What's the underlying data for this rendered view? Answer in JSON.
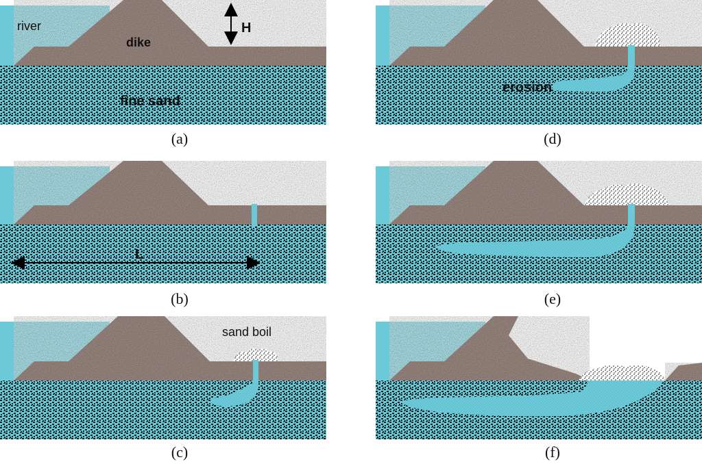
{
  "panels": {
    "a": {
      "caption": "(a)",
      "labels": {
        "river": "river",
        "dike": "dike",
        "fine_sand": "fine sand",
        "height": "H"
      }
    },
    "b": {
      "caption": "(b)",
      "labels": {
        "length": "L"
      }
    },
    "c": {
      "caption": "(c)",
      "labels": {
        "sand_boil": "sand boil"
      }
    },
    "d": {
      "caption": "(d)",
      "labels": {
        "erosion": "erosion"
      }
    },
    "e": {
      "caption": "(e)"
    },
    "f": {
      "caption": "(f)"
    }
  },
  "colors": {
    "water": "#6ccad8",
    "dike": "#9c8a82",
    "sand_base": "#6ccad8",
    "sand_dots": "#0b1a1c",
    "boil": "#1a1a1a"
  }
}
